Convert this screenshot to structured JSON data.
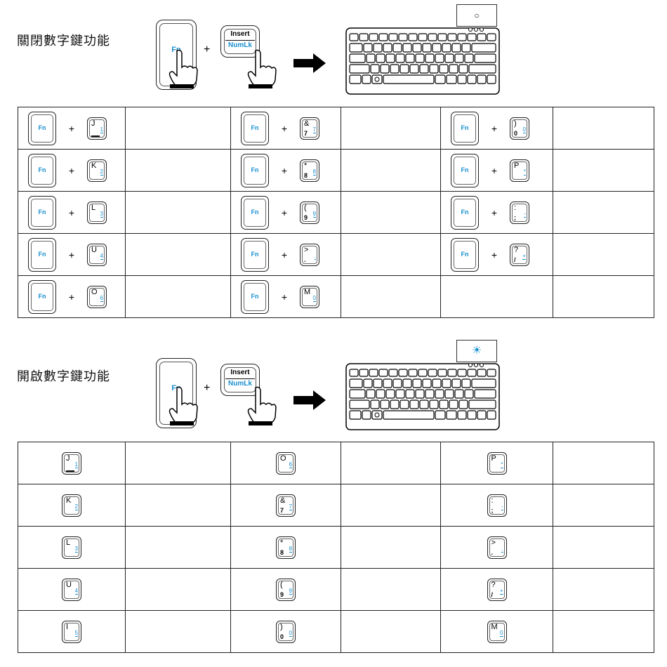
{
  "sections": [
    {
      "title": "關閉數字鍵功能",
      "fn_label": "Fn",
      "insert_label": "Insert",
      "numlk_label": "NumLk",
      "indicator_symbol": "○",
      "plus": "+",
      "rows": [
        [
          {
            "main": "J",
            "num": "1",
            "underline": true
          },
          {
            "main": "&",
            "sub": "7",
            "num": "7"
          },
          {
            "main": ")",
            "sub": "0",
            "num": "0"
          }
        ],
        [
          {
            "main": "K",
            "num": "2"
          },
          {
            "main": "*",
            "sub": "8",
            "num": "8"
          },
          {
            "main": "P",
            "num": "*"
          }
        ],
        [
          {
            "main": "L",
            "num": "3"
          },
          {
            "main": "(",
            "sub": "9",
            "num": "9"
          },
          {
            "main": ":",
            "sub": ";",
            "num": "-"
          }
        ],
        [
          {
            "main": "U",
            "num": "4"
          },
          {
            "main": ">",
            "sub": ".",
            "num": "."
          },
          {
            "main": "?",
            "sub": "/",
            "num": "+"
          }
        ],
        [
          {
            "main": "O",
            "num": "6"
          },
          {
            "main": "M",
            "num": "0"
          },
          null
        ]
      ]
    },
    {
      "title": "開啟數字鍵功能",
      "fn_label": "Fn",
      "insert_label": "Insert",
      "numlk_label": "NumLk",
      "indicator_symbol": "☀",
      "plus": "+",
      "rows": [
        [
          {
            "main": "J",
            "num": "1",
            "underline": true
          },
          {
            "main": "O",
            "num": "6"
          },
          {
            "main": "P",
            "num": "*"
          }
        ],
        [
          {
            "main": "K",
            "num": "2"
          },
          {
            "main": "&",
            "sub": "7",
            "num": "7"
          },
          {
            "main": ":",
            "sub": ";",
            "num": "-"
          }
        ],
        [
          {
            "main": "L",
            "num": "3"
          },
          {
            "main": "*",
            "sub": "8",
            "num": "8"
          },
          {
            "main": ">",
            "sub": ".",
            "num": "."
          }
        ],
        [
          {
            "main": "U",
            "num": "4"
          },
          {
            "main": "(",
            "sub": "9",
            "num": "9"
          },
          {
            "main": "?",
            "sub": "/",
            "num": "+"
          }
        ],
        [
          {
            "main": "I",
            "num": "5"
          },
          {
            "main": ")",
            "sub": "0",
            "num": "0"
          },
          {
            "main": "M",
            "num": "0"
          }
        ]
      ]
    }
  ]
}
